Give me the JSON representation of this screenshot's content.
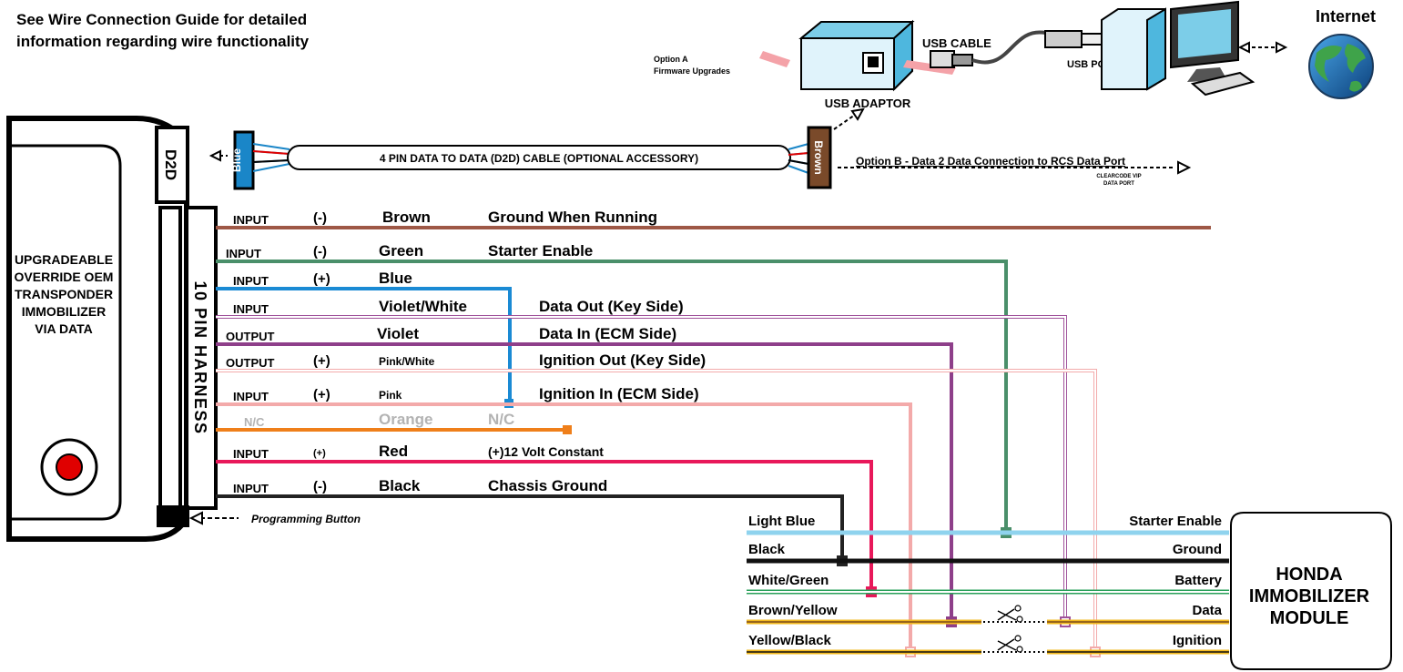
{
  "note": {
    "line1": "See Wire Connection Guide for detailed",
    "line2": "information regarding wire functionality"
  },
  "module": {
    "lines": [
      "UPGRADEABLE",
      "OVERRIDE OEM",
      "TRANSPONDER",
      "IMMOBILIZER",
      "VIA DATA"
    ],
    "d2d_label": "D2D",
    "harness_label": "10 PIN HARNESS",
    "programming_button": "Programming Button"
  },
  "usb": {
    "option_a_line1": "Option A",
    "option_a_line2": "Firmware Upgrades",
    "usb_cable": "USB CABLE",
    "usb_port": "USB PORT",
    "usb_adaptor": "USB ADAPTOR",
    "internet": "Internet"
  },
  "d2d_cable": {
    "label": "4 PIN DATA TO DATA (D2D) CABLE (OPTIONAL ACCESSORY)",
    "left_plug": "Blue",
    "right_plug": "Brown",
    "option_b": "Option B - Data 2 Data Connection to RCS Data Port",
    "port_line1": "CLEARCODE VIP",
    "port_line2": "DATA PORT"
  },
  "wires": [
    {
      "io": "INPUT",
      "polarity": "(-)",
      "color_name": "Brown",
      "function": "Ground When Running",
      "hex": "#9e5846"
    },
    {
      "io": "INPUT",
      "polarity": "(-)",
      "color_name": "Green",
      "function": "Starter Enable",
      "hex": "#4a8f6a"
    },
    {
      "io": "INPUT",
      "polarity": "(+)",
      "color_name": "Blue",
      "function": "",
      "hex": "#1a8ad4"
    },
    {
      "io": "INPUT",
      "polarity": "",
      "color_name": "Violet/White",
      "function": "Data Out (Key Side)",
      "hex": "#a0529b"
    },
    {
      "io": "OUTPUT",
      "polarity": "",
      "color_name": "Violet",
      "function": "Data In (ECM Side)",
      "hex": "#8e3f8a"
    },
    {
      "io": "OUTPUT",
      "polarity": "(+)",
      "color_name": "Pink/White",
      "function": "Ignition Out (Key Side)",
      "hex": "#f3aaaa"
    },
    {
      "io": "INPUT",
      "polarity": "(+)",
      "color_name": "Pink",
      "function": "Ignition In (ECM Side)",
      "hex": "#f3aaaa"
    },
    {
      "io": "N/C",
      "polarity": "",
      "color_name": "Orange",
      "function": "N/C",
      "hex": "#ef7f1a"
    },
    {
      "io": "INPUT",
      "polarity": "(+)",
      "color_name": "Red",
      "function": "(+)12 Volt Constant",
      "hex": "#e8185a"
    },
    {
      "io": "INPUT",
      "polarity": "(-)",
      "color_name": "Black",
      "function": "Chassis Ground",
      "hex": "#222222"
    }
  ],
  "vehicle_wires": [
    {
      "name": "Light Blue",
      "function": "Starter Enable",
      "hex": "#8fd3ee"
    },
    {
      "name": "Black",
      "function": "Ground",
      "hex": "#111111"
    },
    {
      "name": "White/Green",
      "function": "Battery",
      "hex": "#2aa05a"
    },
    {
      "name": "Brown/Yellow",
      "function": "Data",
      "hex": "#f2b81c"
    },
    {
      "name": "Yellow/Black",
      "function": "Ignition",
      "hex": "#f2b81c"
    }
  ],
  "honda_module": {
    "line1": "HONDA",
    "line2": "IMMOBILIZER",
    "line3": "MODULE"
  }
}
